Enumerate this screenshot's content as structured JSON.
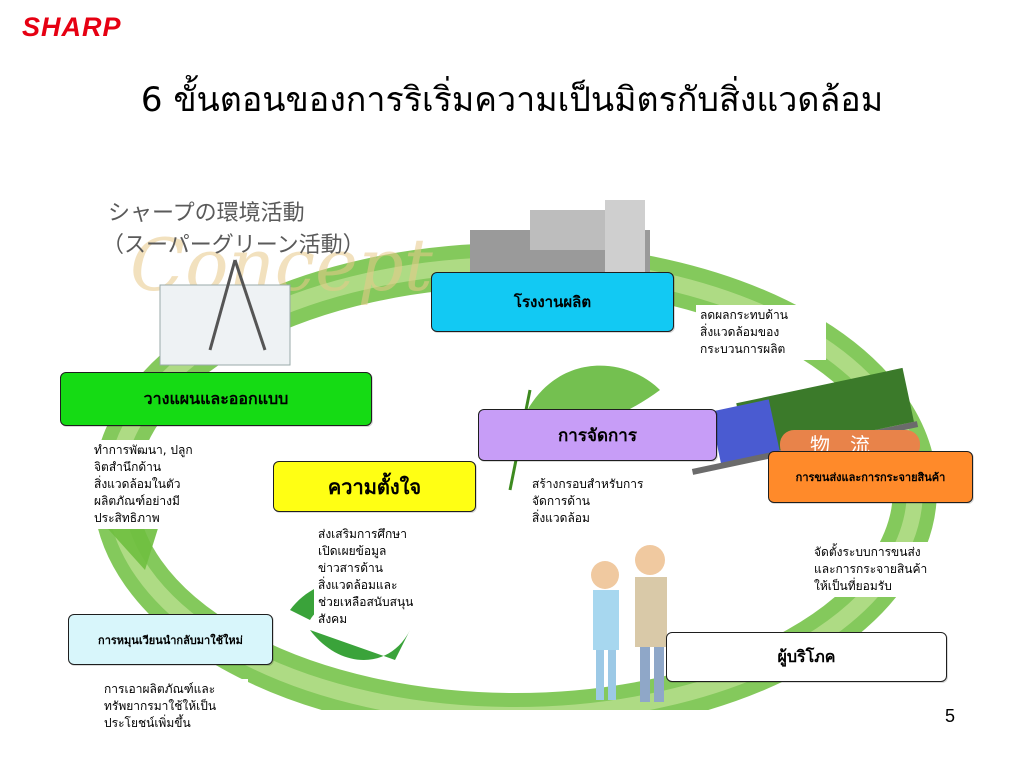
{
  "brand": {
    "logo_text": "SHARP",
    "color": "#e60012"
  },
  "slide": {
    "title": "6 ขั้นตอนของการริเริ่มความเป็นมิตรกับสิ่งแวดล้อม",
    "page_number": "5"
  },
  "illustration": {
    "jp_line1": "シャープの環境活動",
    "jp_line2": "（スーパーグリーン活動）",
    "watermark": "Concept",
    "logistics_kanji": "物　流",
    "colors": {
      "ring": "#6fbf3f",
      "ring_light": "#b9e08f",
      "orange": "#e8834a"
    }
  },
  "steps": {
    "factory": {
      "label": "โรงงานผลิต",
      "desc": "ลดผลกระทบด้าน\nสิ่งแวดล้อมของ\nกระบวนการผลิต",
      "color": "#12c9f3"
    },
    "planning": {
      "label": "วางแผนและออกแบบ",
      "desc": "ทำการพัฒนา, ปลูก\nจิตสำนึกด้าน\nสิ่งแวดล้อมในตัว\nผลิตภัณฑ์อย่างมี\nประสิทธิภาพ",
      "color": "#15db14"
    },
    "management": {
      "label": "การจัดการ",
      "desc": "สร้างกรอบสำหรับการ\nจัดการด้าน\nสิ่งแวดล้อม",
      "color": "#c79df7"
    },
    "commitment": {
      "label": "ความตั้งใจ",
      "desc": "ส่งเสริมการศึกษา\nเปิดเผยข้อมูล\nข่าวสารด้าน\nสิ่งแวดล้อมและ\nช่วยเหลือสนับสนุน\nสังคม",
      "color": "#ffff14"
    },
    "logistics": {
      "label": "การขนส่งและการกระจายสินค้า",
      "desc": "จัดตั้งระบบการขนส่ง\nและการกระจายสินค้า\nให้เป็นที่ยอมรับ",
      "color": "#ff8a2a"
    },
    "recycling": {
      "label": "การหมุนเวียนนำกลับมาใช้ใหม่",
      "desc": "การเอาผลิตภัณฑ์และ\nทรัพยากรมาใช้ให้เป็น\nประโยชน์เพิ่มขึ้น",
      "color": "#d8f6fb"
    },
    "consumer": {
      "label": "ผู้บริโภค",
      "color": "#ffffff"
    }
  }
}
